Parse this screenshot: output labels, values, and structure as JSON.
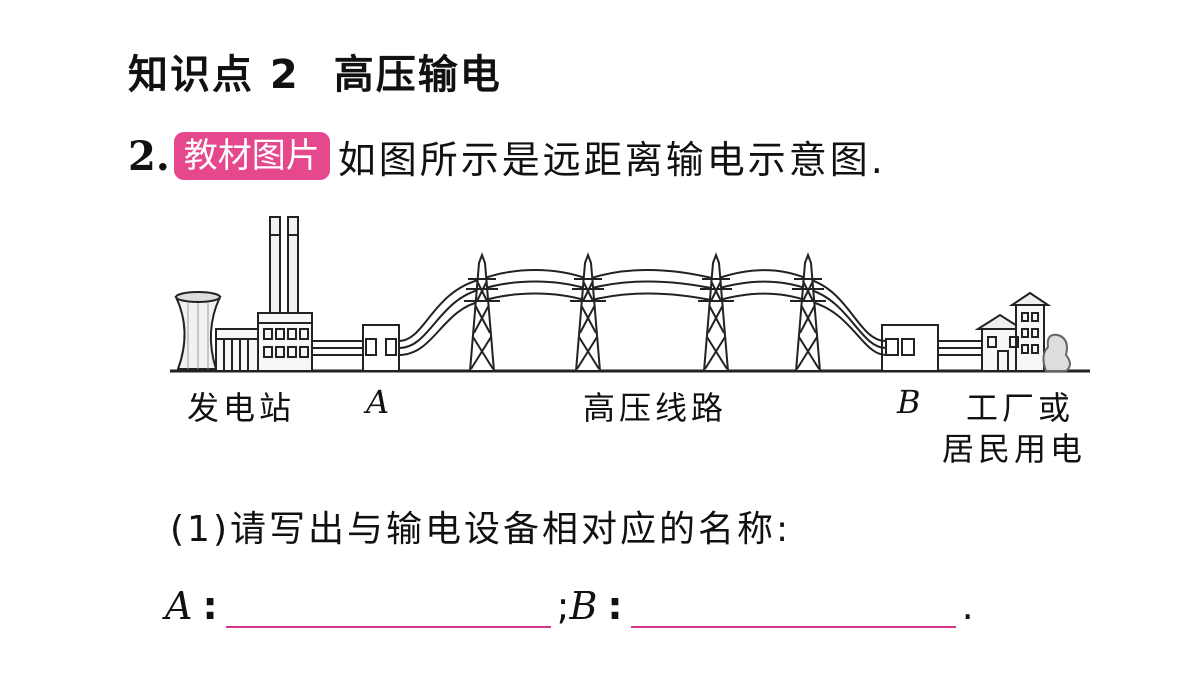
{
  "heading": {
    "part1": "知识点 2",
    "part2": "高压输电"
  },
  "question": {
    "number": "2.",
    "badge": "教材图片",
    "text": "如图所示是远距离输电示意图."
  },
  "figure": {
    "labels": {
      "station": "发电站",
      "a": "A",
      "line": "高压线路",
      "b": "B",
      "user_line1": "工厂或",
      "user_line2": "居民用电"
    }
  },
  "subquestion": {
    "text": "(1)请写出与输电设备相对应的名称:"
  },
  "answer": {
    "a_var": "A",
    "colon": ":",
    "separator": ";",
    "b_var": "B",
    "end": "."
  },
  "colors": {
    "badge": "#e5488c",
    "blank_line": "#d9338a"
  }
}
